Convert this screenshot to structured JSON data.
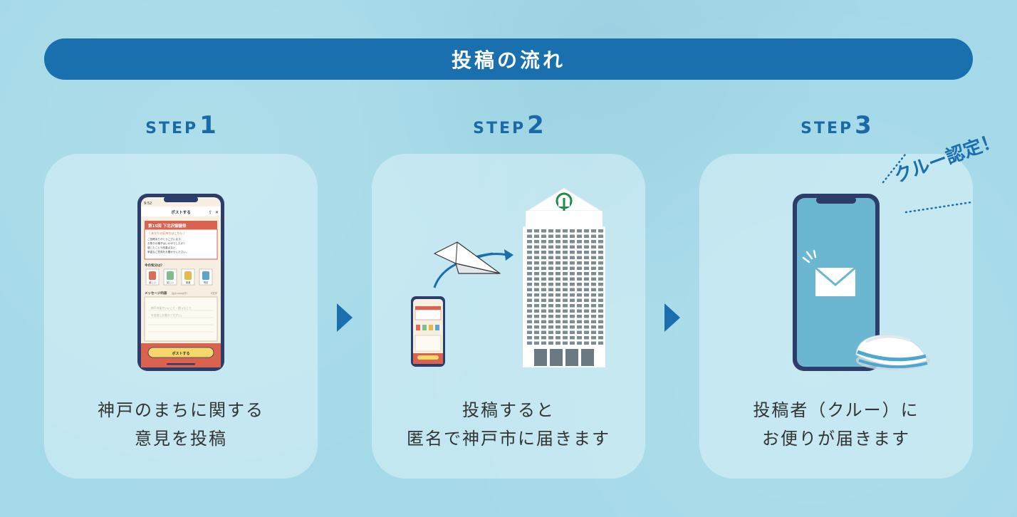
{
  "title": "投稿の流れ",
  "steps": [
    {
      "word": "STEP",
      "num": "1",
      "caption": [
        "神戸のまちに関する",
        "意見を投稿"
      ],
      "phone": {
        "time": "9:52",
        "header": "ポストする",
        "banner": "第15回 下北沢御嶽祭",
        "box_title": "〈 あなたの気持ちはこちら 〉",
        "box_lines": [
          "ご投稿ありがとうございます。",
          "お祭りの様子はいかがでしたか？",
          "感じたことや改善点など、",
          "率直なご意見をお聞かせください。"
        ],
        "mood_label": "今の気分は？",
        "moods": [
          "楽しい",
          "嬉しい",
          "普通",
          "残念"
        ],
        "message_label": "メッセージ内容",
        "message_hint": "（最大1000文字）",
        "message_count": "0文字",
        "placeholder_lines": [
          "神戸の街でいいこと・困ったこと",
          "を自由にお書きください。"
        ],
        "post_button": "ポストする"
      }
    },
    {
      "word": "STEP",
      "num": "2",
      "caption": [
        "投稿すると",
        "匿名で神戸市に届きます"
      ]
    },
    {
      "word": "STEP",
      "num": "3",
      "caption": [
        "投稿者（クルー）に",
        "お便りが届きます"
      ],
      "badge": "クルー認定！"
    }
  ],
  "colors": {
    "background": "#a4d9e8",
    "accent": "#1a6fae",
    "card": "#dcf2f8",
    "text": "#333333"
  },
  "icons": [
    "phone-icon",
    "paper-plane-icon",
    "city-hall-building-icon",
    "kobe-city-emblem-icon",
    "envelope-icon",
    "sailor-hat-icon",
    "next-arrow-icon"
  ]
}
